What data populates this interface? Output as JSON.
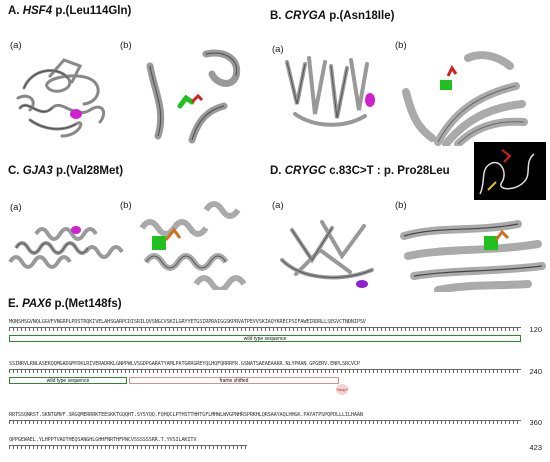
{
  "panels": [
    {
      "letter": "A.",
      "gene": "HSF4",
      "variant": "p.(Leu114Gln)"
    },
    {
      "letter": "B.",
      "gene": "CRYGA",
      "variant": "p.(Asn18Ile)"
    },
    {
      "letter": "C.",
      "gene": "GJA3",
      "variant": "p.(Val28Met)"
    },
    {
      "letter": "D.",
      "gene": "CRYGC",
      "variant": "c.83C>T : p. Pro28Leu"
    },
    {
      "letter": "E.",
      "gene": "PAX6",
      "variant": "p.(Met148fs)"
    }
  ],
  "sublabels": {
    "a": "(a)",
    "b": "(b)"
  },
  "sequence_rows": [
    {
      "seq": "MQNSHSGVNQLGGVFVNGRPLPDSTRQKIVELAHSGARPCDISRILQVSNGCVSKILGRYYETGSIRPRAIGGSKPRVATPEVVSKIAQYKRECPSIFAWEIRDRLLSEGVCTNDNIPSV",
      "end": "120"
    },
    {
      "seq": "SSINRVLRNLASEKQQMGADGMYDKLRIVERADRKLGNPPWLVSGDPGARATYAMLPATGRRGREYQLHQFQRRRFR.GSNATSAEAEAAKR.NLYPRAN.GPGERV.ENPLSRCVCP",
      "end": "240"
    },
    {
      "seq": "RRTSSQNRST.SKNTGMVF.SRGQMERRRKTEESKKTGQQHT.SYSYQQ.FQHQCLPTHSTTHHTGFLMHWLWVGPNHRSPRKHLQRSAAYAQLHHGK.PAYATPSPQPDLLLILHAAN",
      "end": "360"
    },
    {
      "seq": "QPPGEWAEL.YLHPPTVADTHEQSANGHLGHHFNRTHFPWCVSSSSSSRR.T.YVSILAKITV",
      "end": "423"
    }
  ],
  "bars": {
    "wild_type_1": "wild type sequence",
    "wild_type_2": "wild type sequence",
    "frame_shifted": "frame shifted",
    "stop": "?stop?"
  },
  "colors": {
    "mutant_residue": "#d020d0",
    "wild_residue": "#20c020",
    "wt_bar": "#2a8a2a",
    "fs_bar": "#e08a8a",
    "stop": "#c02020"
  }
}
